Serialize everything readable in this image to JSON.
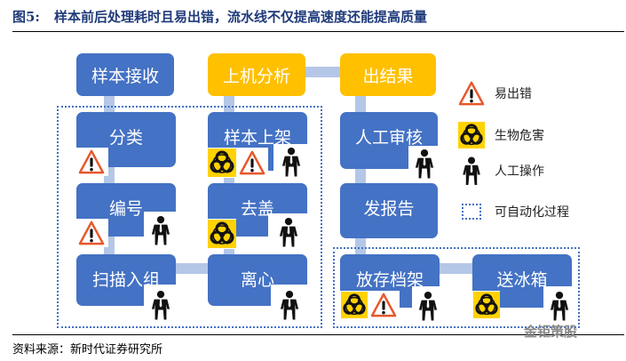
{
  "title": {
    "figure": "图5:",
    "text": "样本前后处理耗时且易出错，流水线不仅提高速度还能提高质量"
  },
  "steps": {
    "receive": "样本接收",
    "analyze": "上机分析",
    "result": "出结果",
    "sort": "分类",
    "number": "编号",
    "scan": "扫描入组",
    "rack": "样本上架",
    "decap": "去盖",
    "centrifuge": "离心",
    "review": "人工审核",
    "report": "发报告",
    "archive": "放存档架",
    "fridge": "送冰箱"
  },
  "legend": {
    "error": "易出错",
    "biohazard": "生物危害",
    "manual": "人工操作",
    "auto": "可自动化过程"
  },
  "source": "资料来源：新时代证券研究所",
  "watermark": "金钜策股",
  "colors": {
    "blue": "#4472c4",
    "yellow": "#ffc000",
    "connector": "#b4c7e7",
    "warn": "#e8572a"
  }
}
